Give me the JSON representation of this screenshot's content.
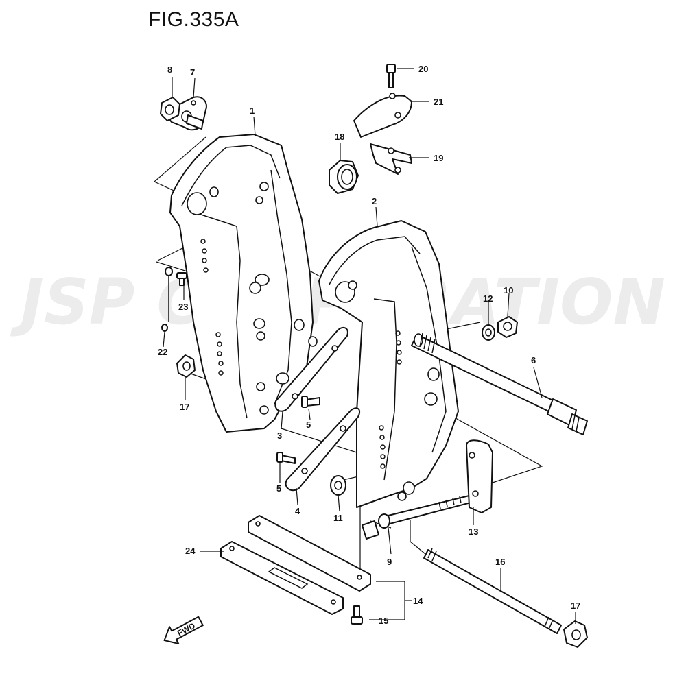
{
  "figure": {
    "title": "FIG.335A",
    "watermark": "JSP CORPORATION",
    "direction_label": "FWD"
  },
  "callouts": [
    "1",
    "2",
    "3",
    "4",
    "5",
    "5",
    "6",
    "7",
    "8",
    "9",
    "10",
    "11",
    "12",
    "13",
    "14",
    "15",
    "16",
    "17",
    "17",
    "18",
    "19",
    "20",
    "21",
    "22",
    "23",
    "24"
  ]
}
